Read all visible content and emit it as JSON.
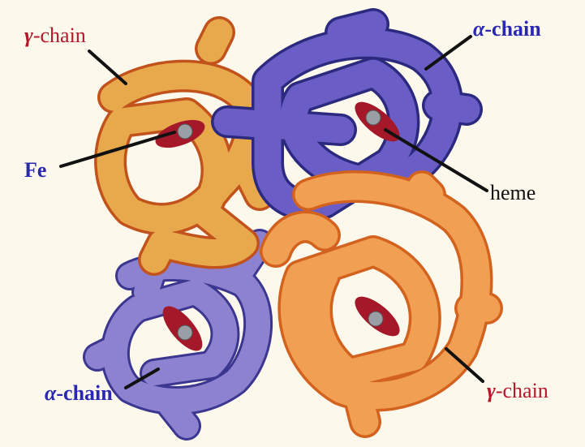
{
  "title": "Fetal hemoglobin subunit structure",
  "labels": {
    "gamma_top": {
      "greek": "γ",
      "text": "-chain"
    },
    "alpha_top": {
      "greek": "α",
      "text": "-chain"
    },
    "fe": "Fe",
    "heme": "heme",
    "gamma_bottom": {
      "greek": "γ",
      "text": "-chain"
    },
    "alpha_bottom": {
      "greek": "α",
      "text": "-chain"
    }
  },
  "colors": {
    "gamma_top": "#e8a94c",
    "gamma_top_outline": "#c2521c",
    "alpha_top": "#6a5ec6",
    "alpha_top_outline": "#2b2a7e",
    "alpha_bottom": "#8c82cf",
    "alpha_bottom_outline": "#3b3690",
    "gamma_bottom": "#f19f52",
    "gamma_bottom_outline": "#d2621e",
    "heme": "#a4182a",
    "iron": "#9a9fa6"
  }
}
